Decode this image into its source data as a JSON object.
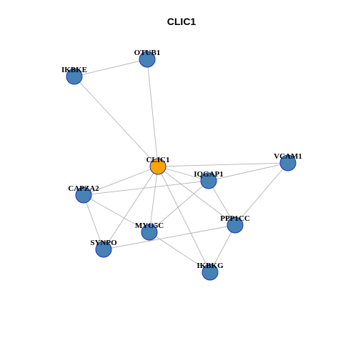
{
  "title": "CLIC1",
  "colors": {
    "hub": "#FFA500",
    "node": "#4682B4",
    "node_border": "#1A2FBF",
    "edge": "#B3B3B3"
  },
  "nodes": [
    {
      "id": "OTUB1",
      "label": "OTUB1",
      "hub": false
    },
    {
      "id": "IKBKE",
      "label": "IKBKE",
      "hub": false
    },
    {
      "id": "CLIC1",
      "label": "CLIC1",
      "hub": true
    },
    {
      "id": "VCAM1",
      "label": "VCAM1",
      "hub": false
    },
    {
      "id": "IQGAP1",
      "label": "IQGAP1",
      "hub": false
    },
    {
      "id": "CAPZA2",
      "label": "CAPZA2",
      "hub": false
    },
    {
      "id": "PPP1CC",
      "label": "PPP1CC",
      "hub": false
    },
    {
      "id": "MYO5C",
      "label": "MYO5C",
      "hub": false
    },
    {
      "id": "SYNPO",
      "label": "SYNPO",
      "hub": false
    },
    {
      "id": "IKBKG",
      "label": "IKBKG",
      "hub": false
    }
  ],
  "edges": [
    [
      "IKBKE",
      "OTUB1"
    ],
    [
      "OTUB1",
      "CLIC1"
    ],
    [
      "IKBKE",
      "CLIC1"
    ],
    [
      "CLIC1",
      "VCAM1"
    ],
    [
      "CLIC1",
      "IQGAP1"
    ],
    [
      "CLIC1",
      "CAPZA2"
    ],
    [
      "CLIC1",
      "SYNPO"
    ],
    [
      "CLIC1",
      "MYO5C"
    ],
    [
      "CLIC1",
      "IKBKG"
    ],
    [
      "CLIC1",
      "PPP1CC"
    ],
    [
      "IQGAP1",
      "VCAM1"
    ],
    [
      "IQGAP1",
      "CAPZA2"
    ],
    [
      "IQGAP1",
      "MYO5C"
    ],
    [
      "IQGAP1",
      "PPP1CC"
    ],
    [
      "VCAM1",
      "PPP1CC"
    ],
    [
      "CAPZA2",
      "MYO5C"
    ],
    [
      "CAPZA2",
      "SYNPO"
    ],
    [
      "MYO5C",
      "IKBKG"
    ],
    [
      "PPP1CC",
      "IKBKG"
    ],
    [
      "PPP1CC",
      "SYNPO"
    ]
  ]
}
